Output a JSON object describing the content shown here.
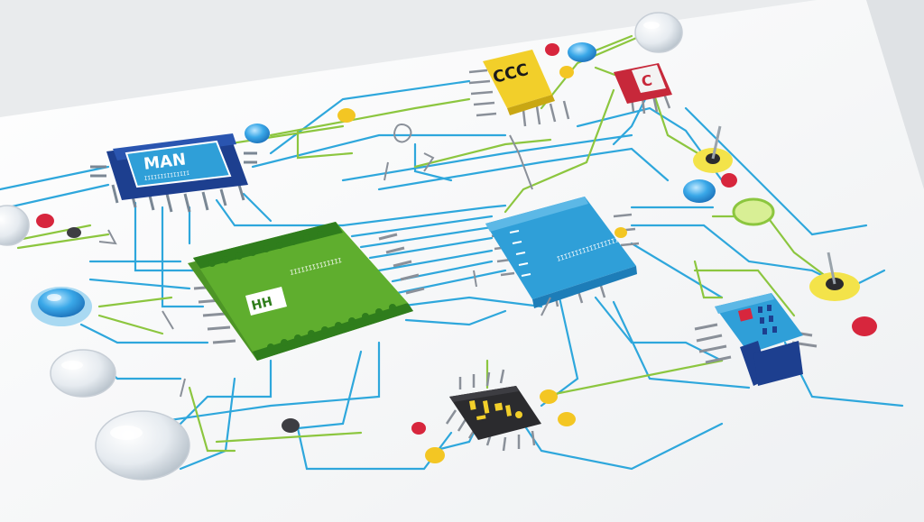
{
  "colors": {
    "background": "#e9ebed",
    "board": "#f6f7f8",
    "wire_blue": "#2ea7dc",
    "wire_green": "#8cc63f",
    "chip_green": "#5fae2e",
    "chip_blue": "#2f9fd8",
    "chip_navy": "#1d3f8f",
    "chip_yellow": "#f2cf2a",
    "chip_red": "#c7283a",
    "chip_black": "#2b2b2e",
    "led_red": "#d7263d",
    "led_yellow": "#f3c623",
    "led_blue": "#2fa3e6"
  },
  "components": {
    "mcu_navy": {
      "label": "MAN",
      "sublabel": "IIIIIIIIIIIIII"
    },
    "mcu_green": {
      "label": "HH",
      "sublabel": "IIIIIIIIIIIIII"
    },
    "chip_blue": {
      "label": "IIIIIIIIIIIIIIIII"
    },
    "chip_yellow": {
      "label": "CCC"
    },
    "chip_red": {
      "label": "C"
    },
    "chip_black": {
      "label": ""
    },
    "connector_blue": {
      "label": ""
    }
  },
  "icons": {
    "led": "led-icon",
    "pushbutton": "pushbutton-icon",
    "bulb": "bulb-icon",
    "probe": "probe-icon"
  }
}
